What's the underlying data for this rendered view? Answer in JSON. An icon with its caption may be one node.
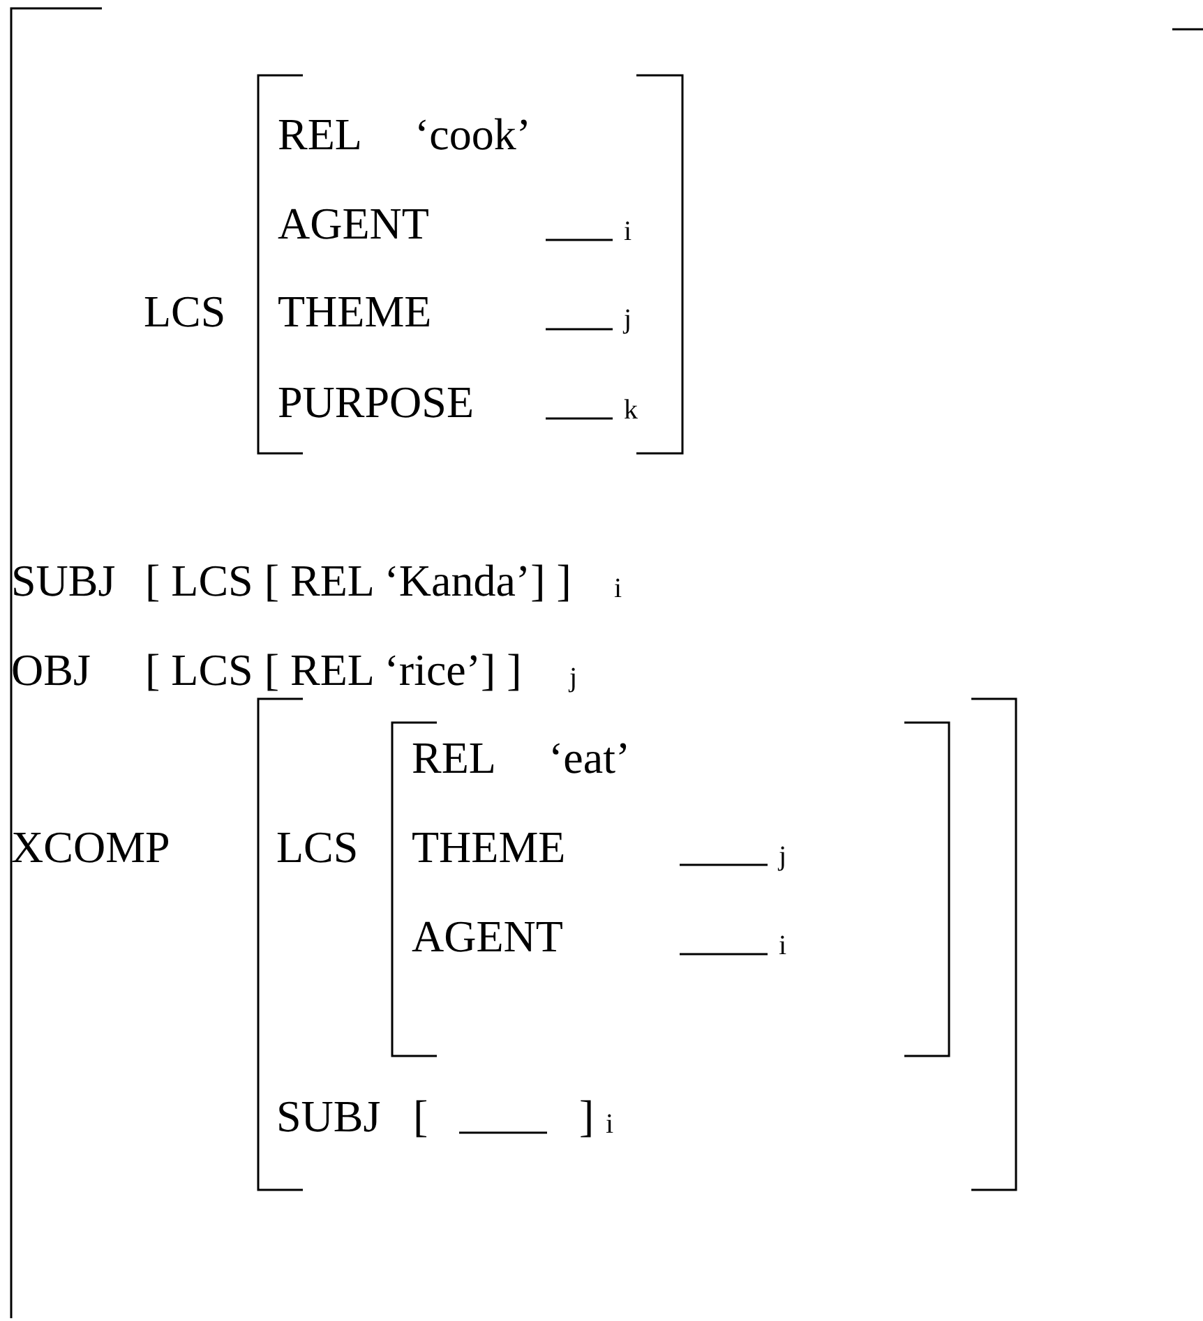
{
  "diagram": {
    "labels": [
      "LCS",
      "REL",
      "‘cook’",
      "AGENT",
      "i",
      "THEME",
      "j",
      "PURPOSE",
      "k",
      "SUBJ",
      "[ LCS [ REL ‘Kanda’] ]",
      "i",
      "OBJ",
      "[ LCS [ REL ‘rice’] ]",
      "j",
      "REL",
      "‘eat’",
      "XCOMP",
      "LCS",
      "THEME",
      "j",
      "AGENT",
      "i",
      "SUBJ",
      "[",
      "]",
      "i"
    ]
  }
}
